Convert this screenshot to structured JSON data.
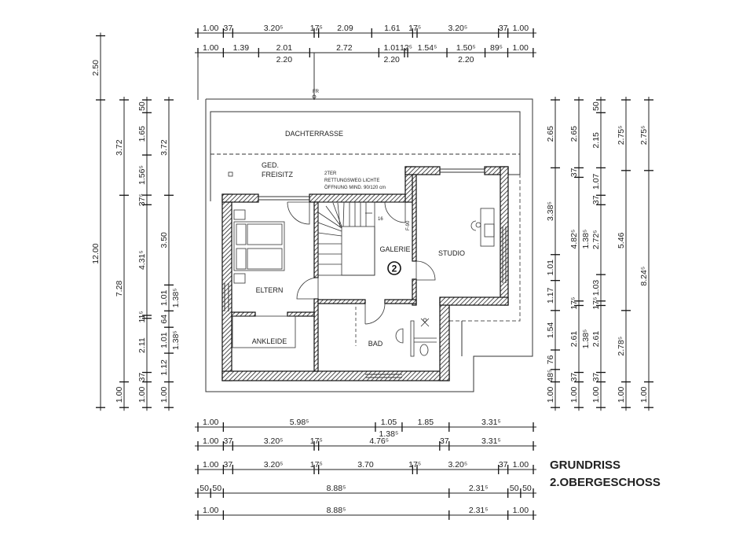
{
  "title": {
    "line1": "GRUNDRISS",
    "line2": "2.OBERGESCHOSS"
  },
  "rooms": {
    "dachterrasse": "DACHTERRASSE",
    "freisitz_1": "GED.",
    "freisitz_2": "FREISITZ",
    "note_1": "2TER",
    "note_2": "RETTUNGSWEG LICHTE",
    "note_3": "ÖFFNUNG MIND. 90/120 cm",
    "galerie": "GALERIE",
    "level_marker": "2",
    "studio": "STUDIO",
    "eltern": "ELTERN",
    "ankleide": "ANKLEIDE",
    "bad": "BAD",
    "stair_steps": "16",
    "fr": "FR",
    "f90": "F-90"
  },
  "dimensions": {
    "top": [
      {
        "segments": [
          [
            "1.00",
            1.0
          ],
          [
            "37",
            0.37
          ],
          [
            "3.20⁵",
            3.205
          ],
          [
            "17⁵",
            0.175
          ],
          [
            "2.09",
            2.09
          ],
          [
            "1.61",
            1.61
          ],
          [
            "17⁵",
            0.175
          ],
          [
            "3.20⁵",
            3.205
          ],
          [
            "37",
            0.37
          ],
          [
            "1.00",
            1.0
          ]
        ]
      },
      {
        "segments": [
          [
            "1.00",
            1.0
          ],
          [
            "1.39",
            1.39
          ],
          [
            "2.01",
            2.01
          ],
          [
            "2.72",
            2.72
          ],
          [
            "1.01",
            1.01
          ],
          [
            "12⁵",
            0.125
          ],
          [
            "1.54⁵",
            1.545
          ],
          [
            "1.50⁵",
            1.5
          ],
          [
            "89⁵",
            0.895
          ],
          [
            "1.00",
            1.0
          ]
        ],
        "sub": [
          [
            "2.20",
            2
          ],
          [
            "2.20",
            4
          ],
          [
            "2.20",
            7
          ]
        ]
      }
    ],
    "bottom": [
      {
        "segments": [
          [
            "1.00",
            1.0
          ],
          [
            "5.98⁵",
            5.985
          ],
          [
            "1.05",
            1.05
          ],
          [
            "1.85",
            1.85
          ],
          [
            "3.31⁵",
            3.315
          ]
        ],
        "sub": [
          [
            "1.38⁵",
            2
          ]
        ]
      },
      {
        "segments": [
          [
            "1.00",
            1.0
          ],
          [
            "37",
            0.37
          ],
          [
            "3.20⁵",
            3.205
          ],
          [
            "17⁵",
            0.175
          ],
          [
            "4.76⁵",
            4.765
          ],
          [
            "37",
            0.37
          ],
          [
            "3.31⁵",
            3.315
          ]
        ]
      },
      {
        "segments": [
          [
            "1.00",
            1.0
          ],
          [
            "37",
            0.37
          ],
          [
            "3.20⁵",
            3.205
          ],
          [
            "17⁵",
            0.175
          ],
          [
            "3.70",
            3.7
          ],
          [
            "17⁵",
            0.175
          ],
          [
            "3.20⁵",
            3.205
          ],
          [
            "37",
            0.37
          ],
          [
            "1.00",
            1.0
          ]
        ]
      },
      {
        "segments": [
          [
            "50",
            0.5
          ],
          [
            "50",
            0.5
          ],
          [
            "8.88⁵",
            8.885
          ],
          [
            "2.31⁵",
            2.315
          ],
          [
            "50",
            0.5
          ],
          [
            "50",
            0.5
          ]
        ]
      },
      {
        "segments": [
          [
            "1.00",
            1.0
          ],
          [
            "8.88⁵",
            8.885
          ],
          [
            "2.31⁵",
            2.315
          ],
          [
            "1.00",
            1.0
          ]
        ]
      }
    ],
    "left": [
      {
        "offset": -2.5,
        "segments": [
          [
            "2.50",
            2.5
          ],
          [
            "12.00",
            12.0
          ]
        ]
      },
      {
        "segments": [
          [
            "3.72",
            3.72
          ],
          [
            "7.28",
            7.28
          ],
          [
            "1.00",
            1.0
          ]
        ]
      },
      {
        "segments": [
          [
            "50",
            0.5
          ],
          [
            "1.65",
            1.65
          ],
          [
            "1.56⁵",
            1.565
          ],
          [
            "37⁵",
            0.375
          ],
          [
            "4.31⁵",
            4.315
          ],
          [
            "11⁵",
            0.115
          ],
          [
            "2.11",
            2.11
          ],
          [
            "37",
            0.37
          ],
          [
            "1.00",
            1.0
          ]
        ]
      },
      {
        "segments": [
          [
            "3.72",
            3.72
          ],
          [
            "3.50",
            3.5
          ],
          [
            "1.01",
            1.01
          ],
          [
            "64",
            0.64
          ],
          [
            "1.01",
            1.01
          ],
          [
            "1.12",
            1.12
          ],
          [
            "1.00",
            1.0
          ]
        ],
        "sub": [
          [
            "1.38⁵",
            2
          ],
          [
            "1.38⁵",
            4
          ]
        ]
      }
    ],
    "right": [
      {
        "segments": [
          [
            "2.65",
            2.65
          ],
          [
            "3.38⁵",
            3.385
          ],
          [
            "1.01",
            1.01
          ],
          [
            "1.17",
            1.17
          ],
          [
            "1.54",
            1.54
          ],
          [
            "76",
            0.76
          ],
          [
            "48⁵",
            0.485
          ],
          [
            "1.00",
            1.0
          ]
        ]
      },
      {
        "segments": [
          [
            "2.65",
            2.65
          ],
          [
            "37",
            0.37
          ],
          [
            "4.82⁵",
            4.825
          ],
          [
            "17⁵",
            0.175
          ],
          [
            "2.61",
            2.61
          ],
          [
            "37",
            0.37
          ],
          [
            "1.00",
            1.0
          ]
        ],
        "sub": [
          [
            "1.38⁵",
            2
          ],
          [
            "1.38⁵",
            4
          ]
        ]
      },
      {
        "segments": [
          [
            "50",
            0.5
          ],
          [
            "2.15",
            2.15
          ],
          [
            "1.07",
            1.07
          ],
          [
            "37",
            0.37
          ],
          [
            "2.72⁵",
            2.725
          ],
          [
            "1.03",
            1.03
          ],
          [
            "17⁵",
            0.175
          ],
          [
            "2.61",
            2.61
          ],
          [
            "37",
            0.37
          ],
          [
            "1.00",
            1.0
          ]
        ]
      },
      {
        "segments": [
          [
            "2.75⁵",
            2.755
          ],
          [
            "5.46",
            5.46
          ],
          [
            "2.78⁵",
            2.785
          ],
          [
            "1.00",
            1.0
          ]
        ]
      },
      {
        "segments": [
          [
            "2.75⁵",
            2.755
          ],
          [
            "8.24⁵",
            8.245
          ],
          [
            "1.00",
            1.0
          ]
        ]
      }
    ]
  }
}
